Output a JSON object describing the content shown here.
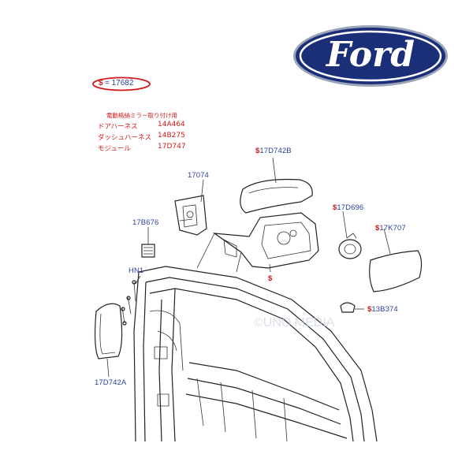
{
  "logo": {
    "brand_text": "Ford",
    "colors": {
      "oval_fill": "#1b2f79",
      "oval_ring": "#ffffff",
      "text": "#ffffff"
    }
  },
  "header": {
    "dollar": "$",
    "part_number": "= 17682",
    "ring_color": "#d11a1a"
  },
  "notes": {
    "title": "電動格納ミラー取り付け用",
    "rows": [
      {
        "label": "ドアハーネス",
        "code": "14A464"
      },
      {
        "label": "ダッシュハーネス",
        "code": "14B275"
      },
      {
        "label": "モジュール",
        "code": "17D747"
      }
    ]
  },
  "parts": {
    "p17D742B": {
      "dollar": "$",
      "code": "17D742B"
    },
    "p17074": {
      "code": "17074"
    },
    "p17B676": {
      "code": "17B676"
    },
    "p17D696": {
      "dollar": "$",
      "code": "17D696"
    },
    "p17K707": {
      "dollar": "$",
      "code": "17K707"
    },
    "pHN1": {
      "code": "HN1"
    },
    "pS": {
      "dollar": "$"
    },
    "p13B374": {
      "dollar": "$",
      "code": "13B374"
    },
    "p17D742A": {
      "code": "17D742A"
    }
  },
  "colors": {
    "label_blue": "#2a3f9a",
    "marker_red": "#cc1a1a",
    "line": "#222222"
  }
}
